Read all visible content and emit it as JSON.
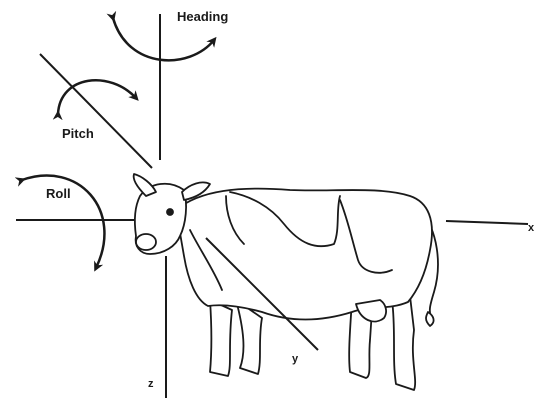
{
  "labels": {
    "heading": "Heading",
    "pitch": "Pitch",
    "roll": "Roll",
    "x_axis": "x",
    "y_axis": "y",
    "z_axis": "z"
  },
  "colors": {
    "ink": "#1a1a1a",
    "background": "#ffffff",
    "patch": "#d9d9d9"
  },
  "icons": {
    "heading_arrow": "curved-double-arrow",
    "pitch_arrow": "curved-double-arrow",
    "roll_arrow": "curved-double-arrow"
  }
}
